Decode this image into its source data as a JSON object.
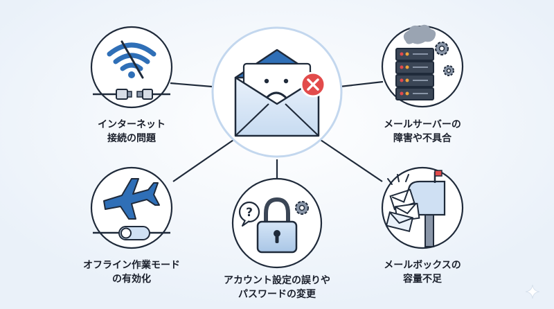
{
  "center": {
    "icon": "sad-envelope-error-icon"
  },
  "nodes": {
    "internet": {
      "icon": "wifi-cable-icon",
      "lines": [
        "インターネット",
        "接続の問題"
      ]
    },
    "server": {
      "icon": "server-smoke-gear-icon",
      "lines": [
        "メールサーバーの",
        "障害や不具合"
      ]
    },
    "offline": {
      "icon": "airplane-toggle-icon",
      "lines": [
        "オフライン作業モード",
        "の有効化"
      ]
    },
    "account": {
      "icon": "padlock-question-icon",
      "lines": [
        "アカウント設定の誤りや",
        "パスワードの変更"
      ]
    },
    "mailbox": {
      "icon": "full-mailbox-icon",
      "lines": [
        "メールボックスの",
        "容量不足"
      ]
    }
  },
  "colors": {
    "background": "#f4f8fc",
    "connector": "#1f2a3a",
    "circle_fill": "#ffffff",
    "accent_blue": "#2f6fb7",
    "light_blue": "#cfe0f3",
    "error_red": "#e24b4b",
    "gray": "#8a96a8"
  }
}
